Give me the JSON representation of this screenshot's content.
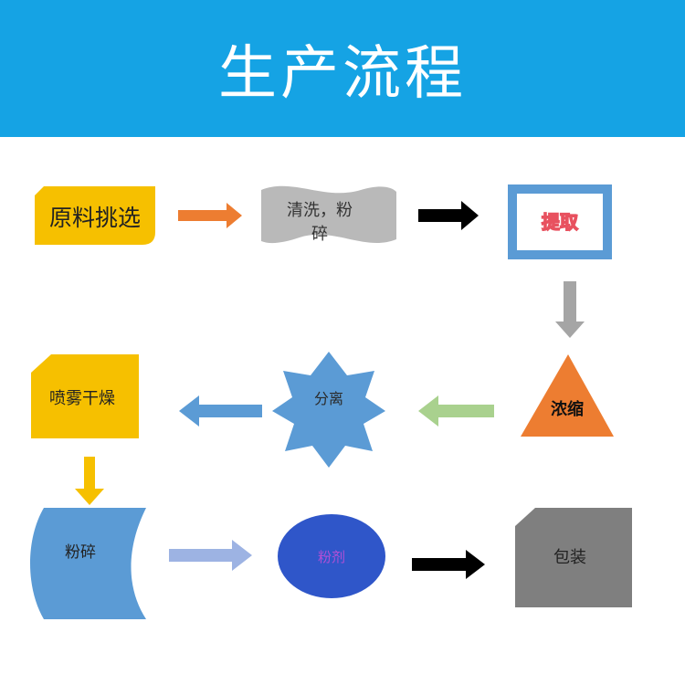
{
  "header": {
    "title": "生产流程",
    "background": "#15a3e4"
  },
  "steps": {
    "raw_material": "原料挑选",
    "wash": "清洗，粉碎",
    "wash_line1": "清洗，粉",
    "wash_line2": "碎",
    "extract": "提取",
    "concentrate": "浓缩",
    "separate": "分离",
    "spray_dry": "喷雾干燥",
    "crush": "粉碎",
    "powder": "粉剂",
    "package": "包装"
  },
  "colors": {
    "gold": "#f6c000",
    "light_gray": "#b9b9b9",
    "frame_blue": "#5b9bd5",
    "orange_triangle": "#ed7d31",
    "star_blue": "#5b9bd5",
    "cylinder_blue": "#5b9bd5",
    "oval_blue": "#2f56c9",
    "dark_gray": "#7f7f7f",
    "arrow_orange": "#ed7d31",
    "arrow_black": "#000000",
    "arrow_gray": "#a5a5a5",
    "arrow_green": "#a9d18e",
    "arrow_blue": "#5b9bd5",
    "arrow_gold": "#f6c000",
    "arrow_light_blue": "#9db3e3",
    "extract_text": "#e8515f"
  }
}
